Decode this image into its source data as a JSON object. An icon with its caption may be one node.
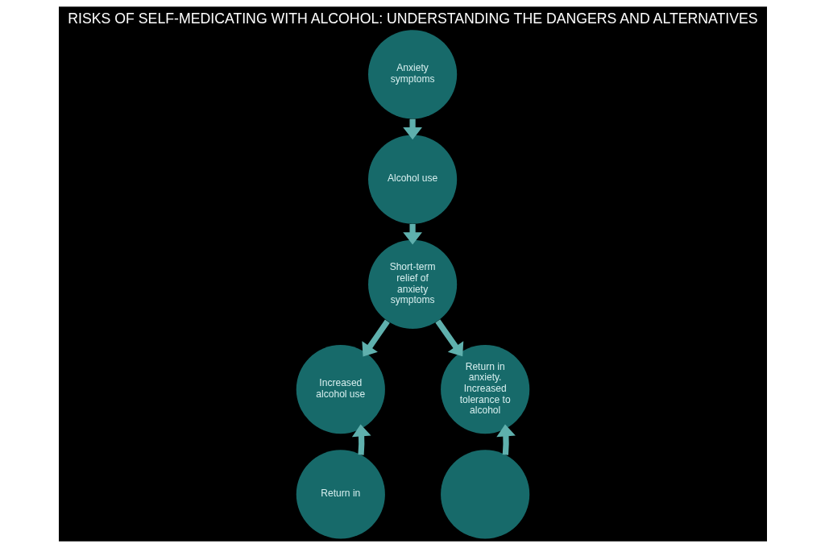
{
  "diagram": {
    "title": "RISKS OF SELF-MEDICATING WITH ALCOHOL: UNDERSTANDING THE DANGERS AND ALTERNATIVES",
    "nodes": [
      {
        "text": [
          "Anxiety symptoms"
        ]
      },
      {
        "text": [
          "Alcohol use"
        ]
      },
      {
        "text": [
          "Short-term relief of anxiety symptoms"
        ]
      },
      {
        "text": [
          "Increased alcohol use"
        ]
      },
      {
        "text": [
          "Return in anxiety. Increased tolerance to alcohol"
        ]
      },
      {
        "text": [
          "Return in"
        ]
      },
      {
        "text": [],
        "shape": "circle"
      }
    ],
    "edges": [
      {
        "from": 0,
        "to": 1,
        "arrow": "to"
      },
      {
        "from": 1,
        "to": 2,
        "arrow": "to"
      },
      {
        "from": 2,
        "to": 3,
        "arrow": "to"
      },
      {
        "from": 2,
        "to": 4,
        "arrow": "to"
      },
      {
        "from": 5,
        "to": 3,
        "arrow": "to"
      },
      {
        "from": 6,
        "to": 4,
        "arrow": "to"
      }
    ]
  }
}
